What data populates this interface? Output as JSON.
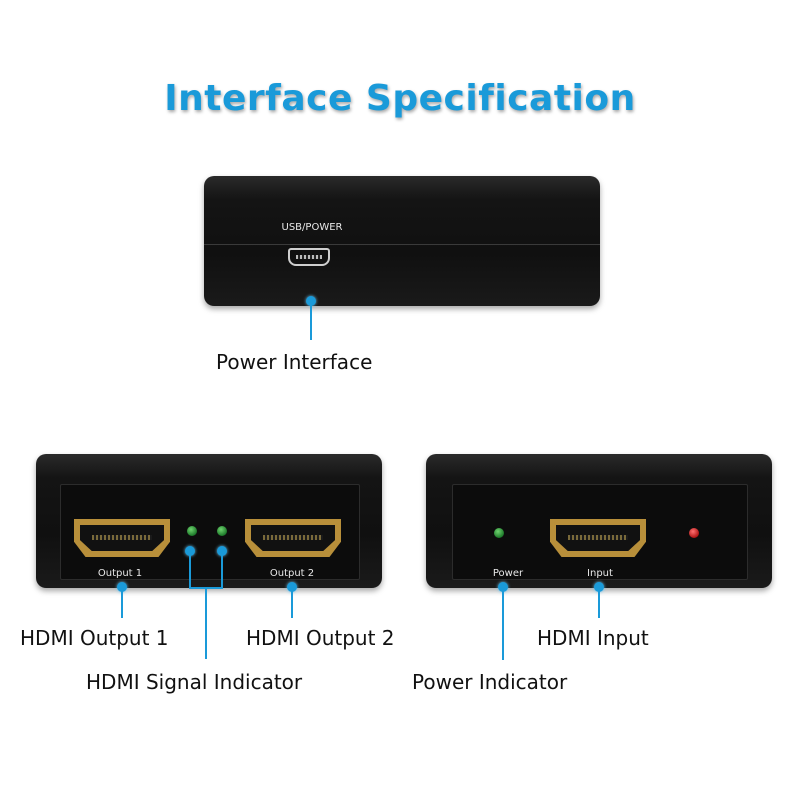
{
  "title": "Interface Specification",
  "devices": {
    "top": {
      "port_text": "USB/POWER"
    },
    "left": {
      "output1_text": "Output 1",
      "output2_text": "Output 2"
    },
    "right": {
      "power_text": "Power",
      "input_text": "Input"
    }
  },
  "labels": {
    "power_interface": "Power Interface",
    "hdmi_output_1": "HDMI Output 1",
    "hdmi_output_2": "HDMI Output 2",
    "hdmi_signal_indicator": "HDMI Signal Indicator",
    "hdmi_input": "HDMI Input",
    "power_indicator": "Power Indicator"
  },
  "colors": {
    "accent": "#1a9ad9",
    "port_gold": "#b88f3a",
    "led_green": "#2aa83a",
    "led_red": "#d02020"
  }
}
